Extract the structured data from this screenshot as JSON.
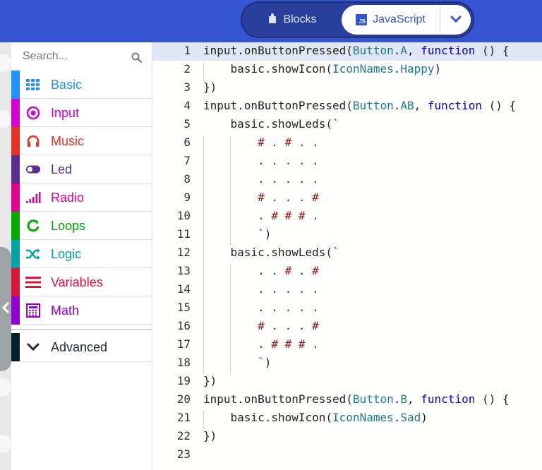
{
  "header": {
    "blocks_label": "Blocks",
    "javascript_label": "JavaScript",
    "js_badge": "JS",
    "colors": {
      "bar": "#3454d1",
      "toggle": "#2a3e9e"
    }
  },
  "toolbox": {
    "search_placeholder": "Search...",
    "categories": [
      {
        "label": "Basic",
        "color": "#1e90ff",
        "icon": "grid-icon"
      },
      {
        "label": "Input",
        "color": "#d400d4",
        "icon": "target-icon"
      },
      {
        "label": "Music",
        "color": "#e63022",
        "icon": "headphones-icon"
      },
      {
        "label": "Led",
        "color": "#5c2d91",
        "icon": "toggle-icon"
      },
      {
        "label": "Radio",
        "color": "#e3008c",
        "icon": "signal-bars-icon"
      },
      {
        "label": "Loops",
        "color": "#00aa00",
        "icon": "refresh-icon"
      },
      {
        "label": "Logic",
        "color": "#00a4a6",
        "icon": "shuffle-icon"
      },
      {
        "label": "Variables",
        "color": "#dc143c",
        "icon": "list-icon"
      },
      {
        "label": "Math",
        "color": "#9400d3",
        "icon": "calculator-icon"
      }
    ],
    "advanced_label": "Advanced"
  },
  "editor": {
    "line_numbers": [
      "1",
      "2",
      "3",
      "4",
      "5",
      "6",
      "7",
      "8",
      "9",
      "10",
      "11",
      "12",
      "13",
      "14",
      "15",
      "16",
      "17",
      "18",
      "19",
      "20",
      "21",
      "22",
      "23"
    ],
    "active_line": 1,
    "lines": [
      [
        [
          "id",
          "input.onButtonPressed("
        ],
        [
          "enum",
          "Button"
        ],
        [
          "id",
          "."
        ],
        [
          "enum",
          "A"
        ],
        [
          "id",
          ", "
        ],
        [
          "kw",
          "function"
        ],
        [
          "id",
          " () {"
        ]
      ],
      [
        [
          "id",
          "    basic.showIcon("
        ],
        [
          "enum",
          "IconNames"
        ],
        [
          "id",
          "."
        ],
        [
          "enum",
          "Happy"
        ],
        [
          "id",
          ")"
        ]
      ],
      [
        [
          "id",
          "})"
        ]
      ],
      [
        [
          "id",
          "input.onButtonPressed("
        ],
        [
          "enum",
          "Button"
        ],
        [
          "id",
          "."
        ],
        [
          "enum",
          "AB"
        ],
        [
          "id",
          ", "
        ],
        [
          "kw",
          "function"
        ],
        [
          "id",
          " () {"
        ]
      ],
      [
        [
          "id",
          "    basic.showLeds("
        ],
        [
          "str",
          "`"
        ]
      ],
      [
        [
          "str",
          "        # . # . ."
        ]
      ],
      [
        [
          "str",
          "        . . . . ."
        ]
      ],
      [
        [
          "str",
          "        . . . . ."
        ]
      ],
      [
        [
          "str",
          "        # . . . #"
        ]
      ],
      [
        [
          "str",
          "        . # # # ."
        ]
      ],
      [
        [
          "str",
          "        `"
        ],
        [
          "id",
          ")"
        ]
      ],
      [
        [
          "id",
          "    basic.showLeds("
        ],
        [
          "str",
          "`"
        ]
      ],
      [
        [
          "str",
          "        . . # . #"
        ]
      ],
      [
        [
          "str",
          "        . . . . ."
        ]
      ],
      [
        [
          "str",
          "        . . . . ."
        ]
      ],
      [
        [
          "str",
          "        # . . . #"
        ]
      ],
      [
        [
          "str",
          "        . # # # ."
        ]
      ],
      [
        [
          "str",
          "        `"
        ],
        [
          "id",
          ")"
        ]
      ],
      [
        [
          "id",
          "})"
        ]
      ],
      [
        [
          "id",
          "input.onButtonPressed("
        ],
        [
          "enum",
          "Button"
        ],
        [
          "id",
          "."
        ],
        [
          "enum",
          "B"
        ],
        [
          "id",
          ", "
        ],
        [
          "kw",
          "function"
        ],
        [
          "id",
          " () {"
        ]
      ],
      [
        [
          "id",
          "    basic.showIcon("
        ],
        [
          "enum",
          "IconNames"
        ],
        [
          "id",
          "."
        ],
        [
          "enum",
          "Sad"
        ],
        [
          "id",
          ")"
        ]
      ],
      [
        [
          "id",
          "})"
        ]
      ],
      []
    ]
  }
}
